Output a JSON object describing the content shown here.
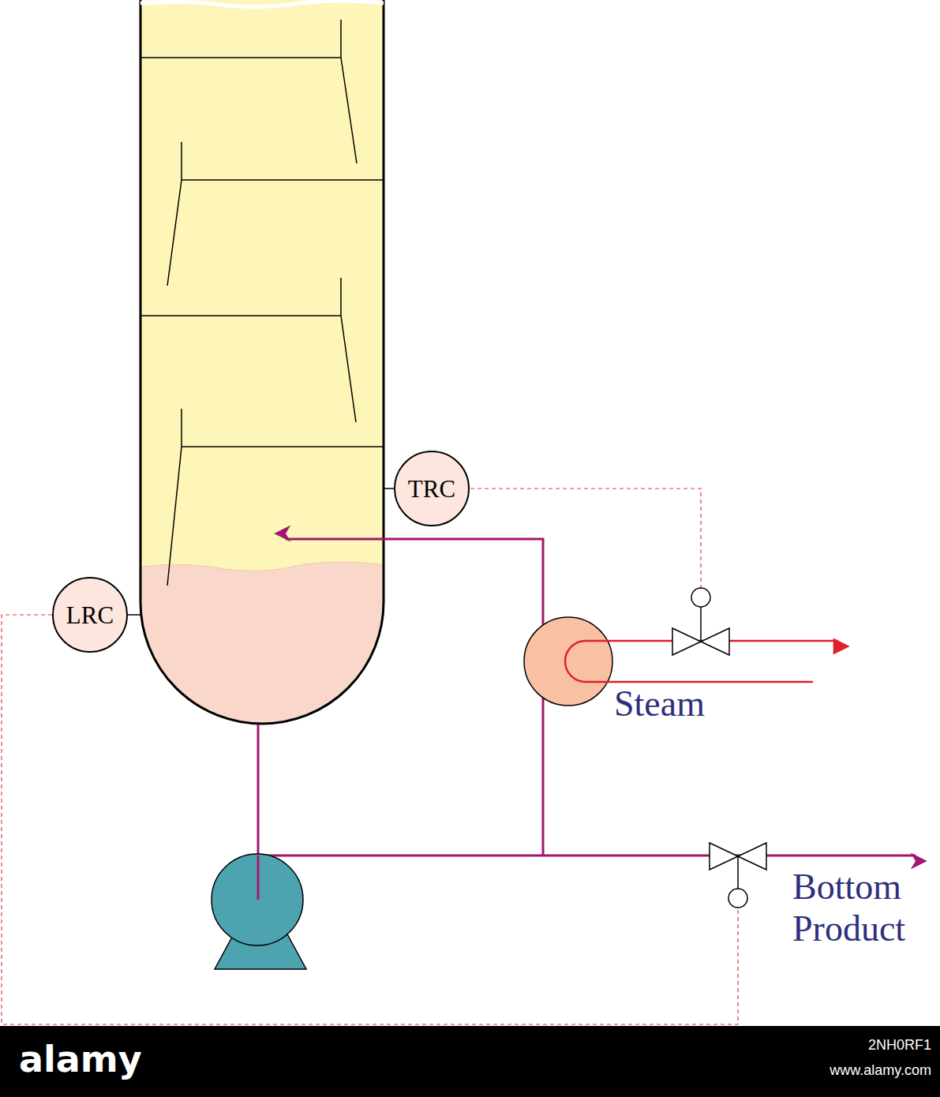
{
  "diagram": {
    "nodes": [
      {
        "text": [
          "TRC"
        ]
      },
      {
        "text": [
          "LRC"
        ]
      }
    ],
    "labels": [
      "Steam",
      "Bottom Product",
      "alamy",
      "2NH0RF1",
      "www.alamy.com"
    ]
  }
}
